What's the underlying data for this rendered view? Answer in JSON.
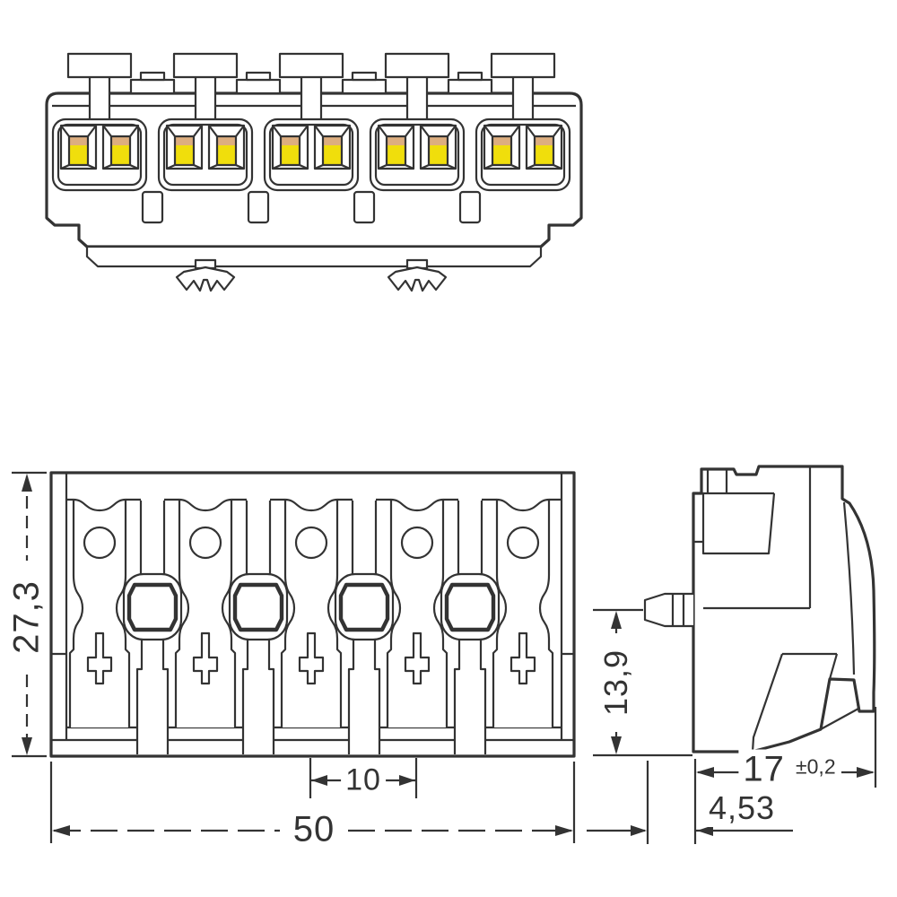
{
  "drawing": {
    "title_semantic": "5-pole push-wire terminal block, three-view technical drawing",
    "dims": {
      "front_height": "27,3",
      "front_width": "50",
      "pole_pitch": "10",
      "side_height": "13,9",
      "side_depth": "17",
      "side_depth_tol": "±0,2",
      "side_offset": "4,53"
    },
    "colors": {
      "line": "#333333",
      "clamp_yellow": "#F0DE0C",
      "stripe_tan": "#DDAE7F",
      "port_orange": "#F4BC86"
    }
  }
}
